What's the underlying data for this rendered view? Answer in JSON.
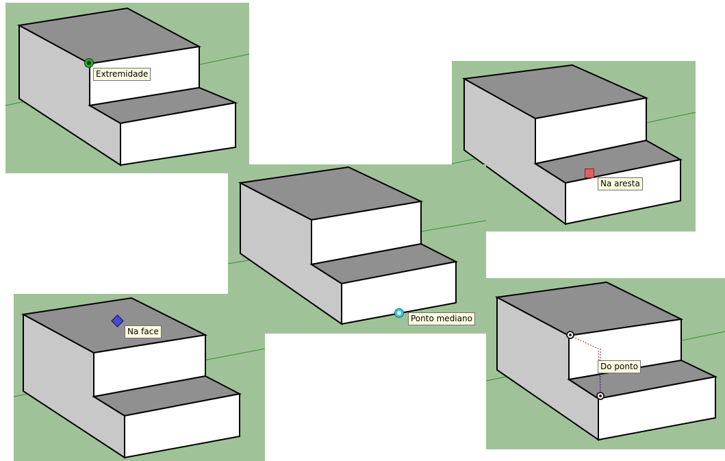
{
  "colors": {
    "viewport_background": "#a0c298",
    "axis_green": "#2f8f2f",
    "face_light": "#ffffff",
    "face_gray": "#c8c8c8",
    "face_dark": "#909090",
    "tooltip_background": "#fdfde1"
  },
  "panels": [
    {
      "id": "endpoint",
      "inference_icon": "endpoint-icon",
      "icon_color": "#2fa52f",
      "tooltip": "Extremidade"
    },
    {
      "id": "on-edge",
      "inference_icon": "on-edge-icon",
      "icon_color": "#e06060",
      "tooltip": "Na aresta"
    },
    {
      "id": "midpoint",
      "inference_icon": "midpoint-icon",
      "icon_color": "#3ac8d8",
      "tooltip": "Ponto mediano"
    },
    {
      "id": "on-face",
      "inference_icon": "on-face-icon",
      "icon_color": "#4a4ad0",
      "tooltip": "Na face"
    },
    {
      "id": "from-point",
      "inference_icon": "from-point-icon",
      "icon_color": "#202020",
      "tooltip": "Do ponto"
    }
  ]
}
